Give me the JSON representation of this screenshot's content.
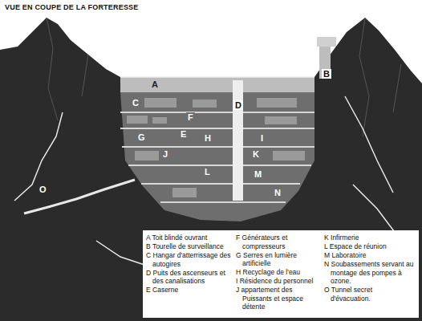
{
  "diagram": {
    "title": "VUE EN COUPE DE LA FORTERESSE",
    "labels": [
      "A",
      "B",
      "C",
      "D",
      "F",
      "E",
      "G",
      "H",
      "I",
      "J",
      "K",
      "L",
      "M",
      "N",
      "O"
    ],
    "legend": [
      {
        "text": "A Toit blindé ouvrant"
      },
      {
        "text": "B Tourelle de surveillance"
      },
      {
        "text": "C Hangar d'atterrissage des autogires"
      },
      {
        "text": "D Puits des ascenseurs et des canalisations"
      },
      {
        "text": "E Caserne"
      },
      {
        "text": "F Générateurs et compresseurs"
      },
      {
        "text": "G Serres en lumière artificielle"
      },
      {
        "text": "H Recyclage de l'eau"
      },
      {
        "text": "I Résidence du personnel"
      },
      {
        "text": "J appartement des Puissants et espace détente"
      },
      {
        "text": "K Infirmerie"
      },
      {
        "text": "L Espace de réunion"
      },
      {
        "text": "M Laboratoire"
      },
      {
        "text": "N Soubassements servant au montage des pompes à ozone."
      },
      {
        "text": "O Tunnel secret d'évacuation."
      }
    ]
  }
}
